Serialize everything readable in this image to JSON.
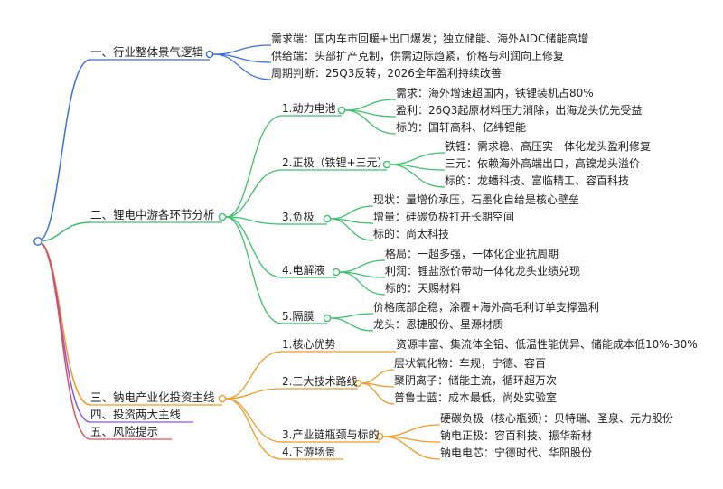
{
  "colors": {
    "blue": "#3b6fe0",
    "green": "#3cc26a",
    "orange": "#f59a23",
    "purple": "#8e57d8",
    "red": "#e0505a",
    "text": "#222222"
  },
  "sections": [
    {
      "label": "一、行业整体景气逻辑",
      "items": [
        "需求端：国内车市回暖+出口爆发；独立储能、海外AIDC储能高增",
        "供给端：头部扩产克制，供需边际趋紧，价格与利润向上修复",
        "周期判断：25Q3反转，2026全年盈利持续改善"
      ]
    },
    {
      "label": "二、锂电中游各环节分析",
      "subs": [
        {
          "label": "1.动力电池",
          "items": [
            "需求：海外增速超国内，铁锂装机占80%",
            "盈利：26Q3起原材料压力消除，出海龙头优先受益",
            "标的：国轩高科、亿纬锂能"
          ]
        },
        {
          "label": "2.正极（铁锂+三元）",
          "items": [
            "铁锂：需求稳、高压实一体化龙头盈利修复",
            "三元：依赖海外高端出口，高镍龙头溢价",
            "标的：龙蟠科技、富临精工、容百科技"
          ]
        },
        {
          "label": "3.负极",
          "items": [
            "现状：量增价承压，石墨化自给是核心壁垒",
            "增量：硅碳负极打开长期空间",
            "标的：尚太科技"
          ]
        },
        {
          "label": "4.电解液",
          "items": [
            "格局：一超多强，一体化企业抗周期",
            "利润：锂盐涨价带动一体化龙头业绩兑现",
            "标的：天赐材料"
          ]
        },
        {
          "label": "5.隔膜",
          "items": [
            "价格底部企稳，涂覆+海外高毛利订单支撑盈利",
            "龙头：恩捷股份、星源材质"
          ]
        }
      ]
    },
    {
      "label": "三、钠电产业化投资主线",
      "subs": [
        {
          "label": "1.核心优势",
          "items": [
            "资源丰富、集流体全铝、低温性能优异、储能成本低10%-30%"
          ]
        },
        {
          "label": "2.三大技术路线",
          "items": [
            "层状氧化物：车规，宁德、容百",
            "聚阴离子：储能主流，循环超万次",
            "普鲁士蓝：成本最低，尚处实验室"
          ]
        },
        {
          "label": "3.产业链瓶颈与标的",
          "items": [
            "硬碳负极（核心瓶颈）：贝特瑞、圣泉、元力股份",
            "钠电正极：容百科技、振华新材",
            "钠电电芯：宁德时代、华阳股份"
          ]
        },
        {
          "label": "4.下游场景",
          "items": []
        }
      ]
    },
    {
      "label": "四、投资两大主线"
    },
    {
      "label": "五、风险提示"
    }
  ]
}
